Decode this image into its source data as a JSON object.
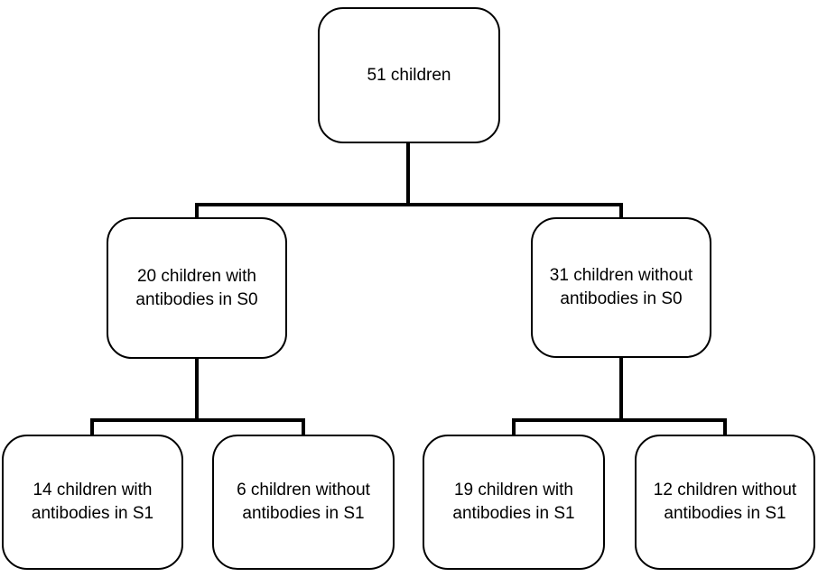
{
  "diagram": {
    "type": "flowchart-tree",
    "colors": {
      "background": "#ffffff",
      "line": "#000000",
      "text": "#000000"
    },
    "nodes": {
      "root": {
        "label": "51 children",
        "count": 51
      },
      "level2": [
        {
          "label": "20 children with\nantibodies in S0",
          "count": 20
        },
        {
          "label": "31 children without\nantibodies in S0",
          "count": 31
        }
      ],
      "level3": [
        {
          "label": "14 children with\nantibodies in S1",
          "count": 14
        },
        {
          "label": "6 children without\nantibodies in S1",
          "count": 6
        },
        {
          "label": "19 children with\nantibodies in S1",
          "count": 19
        },
        {
          "label": "12 children without\nantibodies in S1",
          "count": 12
        }
      ]
    }
  }
}
